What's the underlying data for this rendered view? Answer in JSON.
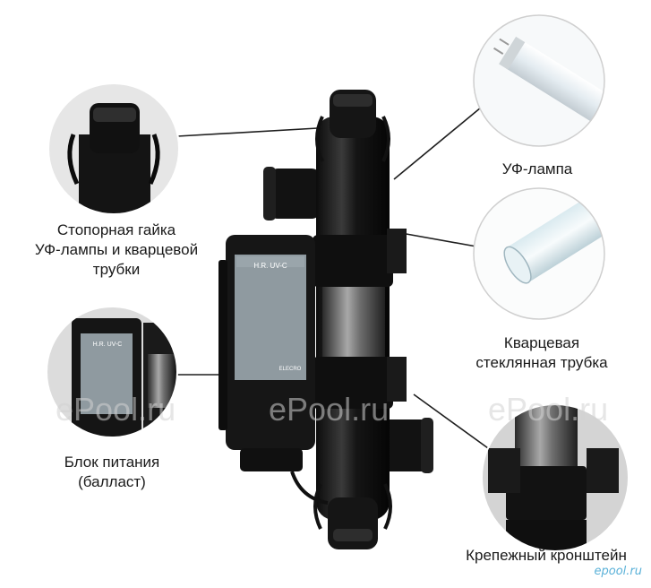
{
  "callouts": {
    "nut": "Стопорная гайка\nУФ-лампы и кварцевой\nтрубки",
    "lamp": "УФ-лампа",
    "quartz": "Кварцевая\nстеклянная трубка",
    "ballast": "Блок питания\n(балласт)",
    "bracket": "Крепежный кронштейн"
  },
  "device": {
    "panel_model": "H.R. UV-C",
    "panel_brand": "ELECRO",
    "inset_model": "H.R. UV-C"
  },
  "watermarks": [
    "ePool.ru",
    "ePool.ru",
    "ePool.ru"
  ],
  "brand_mark": "epool.ru",
  "colors": {
    "device_body": "#1b1b1b",
    "panel": "#8f9aa0",
    "accent": "#5ab1d8"
  }
}
